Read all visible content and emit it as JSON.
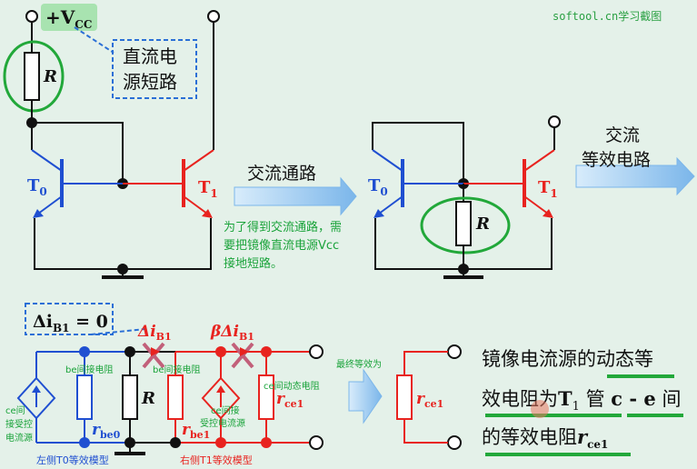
{
  "watermark": "softool.cn学习截图",
  "vcc_label": "+V",
  "vcc_sub": "CC",
  "r_label": "R",
  "callout_dc_short_line1": "直流电",
  "callout_dc_short_line2": "源短路",
  "t0_label": "T",
  "t0_sub": "0",
  "t1_label": "T",
  "t1_sub": "1",
  "arrow1_label": "交流通路",
  "arrow2_label_line1": "交流",
  "arrow2_label_line2": "等效电路",
  "note_lines": [
    "为了得到交流通路，需",
    "要把镜像直流电源Vcc",
    "接地短路。"
  ],
  "delta_ib1_box": "Δi",
  "delta_ib1_box_sub": "B1",
  "delta_ib1_box_eq": " = 0",
  "delta_ib1_red": "Δi",
  "delta_ib1_red_sub": "B1",
  "beta_delta_ib1": "βΔi",
  "beta_delta_ib1_sub": "B1",
  "small_labels": {
    "be_left": "be间接电阻",
    "be_right": "be间接电阻",
    "ce_dyn": "ce间动态电阻",
    "ce_left_1": "ce间",
    "ce_left_2": "接受控",
    "ce_left_3": "电流源",
    "ce_right_1": "ce间接",
    "ce_right_2": "受控电流源",
    "final_equiv": "最终等效为",
    "left_model": "左侧T0等效模型",
    "right_model": "右侧T1等效模型"
  },
  "rbe0": "r",
  "rbe0_sub": "be0",
  "rbe1": "r",
  "rbe1_sub": "be1",
  "rce1": "r",
  "rce1_sub": "ce1",
  "rce1_final": "r",
  "rce1_final_sub": "ce1",
  "conclusion": {
    "line1": "镜像电流源的动态等",
    "line2_a": "效电阻为",
    "line2_t": "T",
    "line2_tsub": "1",
    "line2_b": " 管 ",
    "line2_ce": "c - e",
    "line2_c": " 间",
    "line3_a": "的等效电阻",
    "line3_r": "r",
    "line3_rsub": "ce1"
  },
  "colors": {
    "background": "#e4f1e9",
    "wire_black": "#111111",
    "wire_blue": "#1f4fd1",
    "wire_red": "#e8231f",
    "highlight_green": "#22a83a",
    "callout_blue": "#2a6fd6",
    "arrow_fill": "#8ec3ee",
    "vcc_box": "#a8e3b0",
    "note_green": "#1aa33a",
    "x_mark": "#c2607a"
  }
}
